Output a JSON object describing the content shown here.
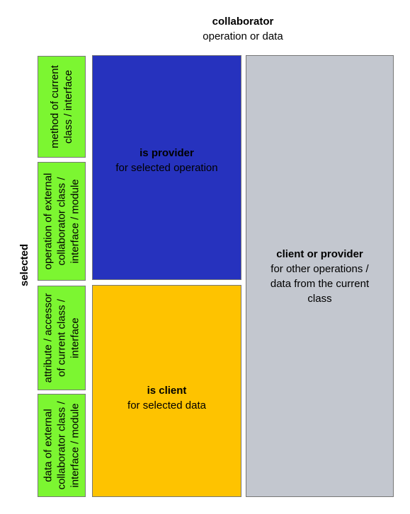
{
  "header": {
    "title": "collaborator",
    "subtitle": "operation or data"
  },
  "side_label": "selected",
  "rows": [
    {
      "lines": [
        "method of current",
        "class / interface"
      ]
    },
    {
      "lines": [
        "operation of external",
        "collaborator class /",
        "interface / module"
      ]
    },
    {
      "lines": [
        "attribute / accessor",
        "of current class /",
        "interface"
      ]
    },
    {
      "lines": [
        "data of external",
        "collaborator class /",
        "interface / module"
      ]
    }
  ],
  "cells": {
    "provider": {
      "title": "is provider",
      "lines": [
        "for selected operation"
      ]
    },
    "client": {
      "title": "is client",
      "lines": [
        "for selected data"
      ]
    },
    "either": {
      "title": "client or provider",
      "lines": [
        "for other operations /",
        "data from the current",
        "class"
      ]
    }
  },
  "colors": {
    "row_fill": "#7cf631",
    "provider_fill": "#2632be",
    "client_fill": "#fec300",
    "either_fill": "#c3c7cf",
    "border": "#777777"
  }
}
